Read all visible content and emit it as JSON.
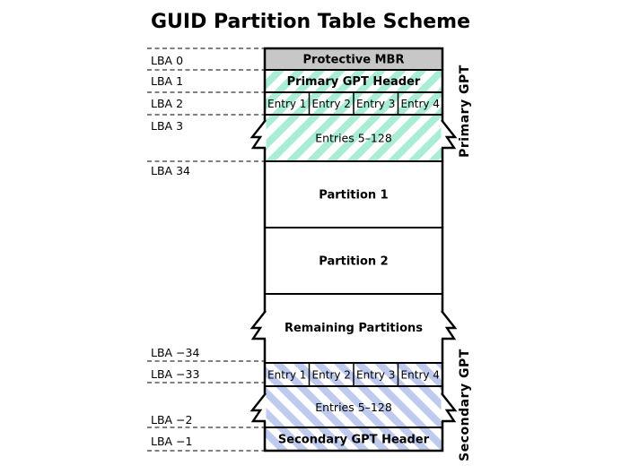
{
  "title": "GUID Partition Table Scheme",
  "lba": {
    "top": [
      "LBA 0",
      "LBA 1",
      "LBA 2",
      "LBA 3",
      "LBA 34"
    ],
    "bottom": [
      "LBA −34",
      "LBA −33",
      "LBA −2",
      "LBA −1"
    ]
  },
  "blocks": {
    "protective_mbr": "Protective MBR",
    "primary_gpt_header": "Primary GPT Header",
    "primary_entries": "Entries 5–128",
    "partition_1": "Partition 1",
    "partition_2": "Partition 2",
    "remaining_partitions": "Remaining Partitions",
    "secondary_entries": "Entries 5–128",
    "secondary_gpt_header": "Secondary GPT Header"
  },
  "entries": [
    "Entry 1",
    "Entry 2",
    "Entry 3",
    "Entry 4"
  ],
  "side_labels": {
    "primary": "Primary GPT",
    "secondary": "Secondary GPT"
  },
  "colors": {
    "mbr_gray": "#c7c7c7",
    "primary_stripe": "#a9edd5",
    "secondary_stripe": "#bfcbee",
    "primary_label": "#2fc7b2",
    "secondary_label": "#5681d8"
  }
}
